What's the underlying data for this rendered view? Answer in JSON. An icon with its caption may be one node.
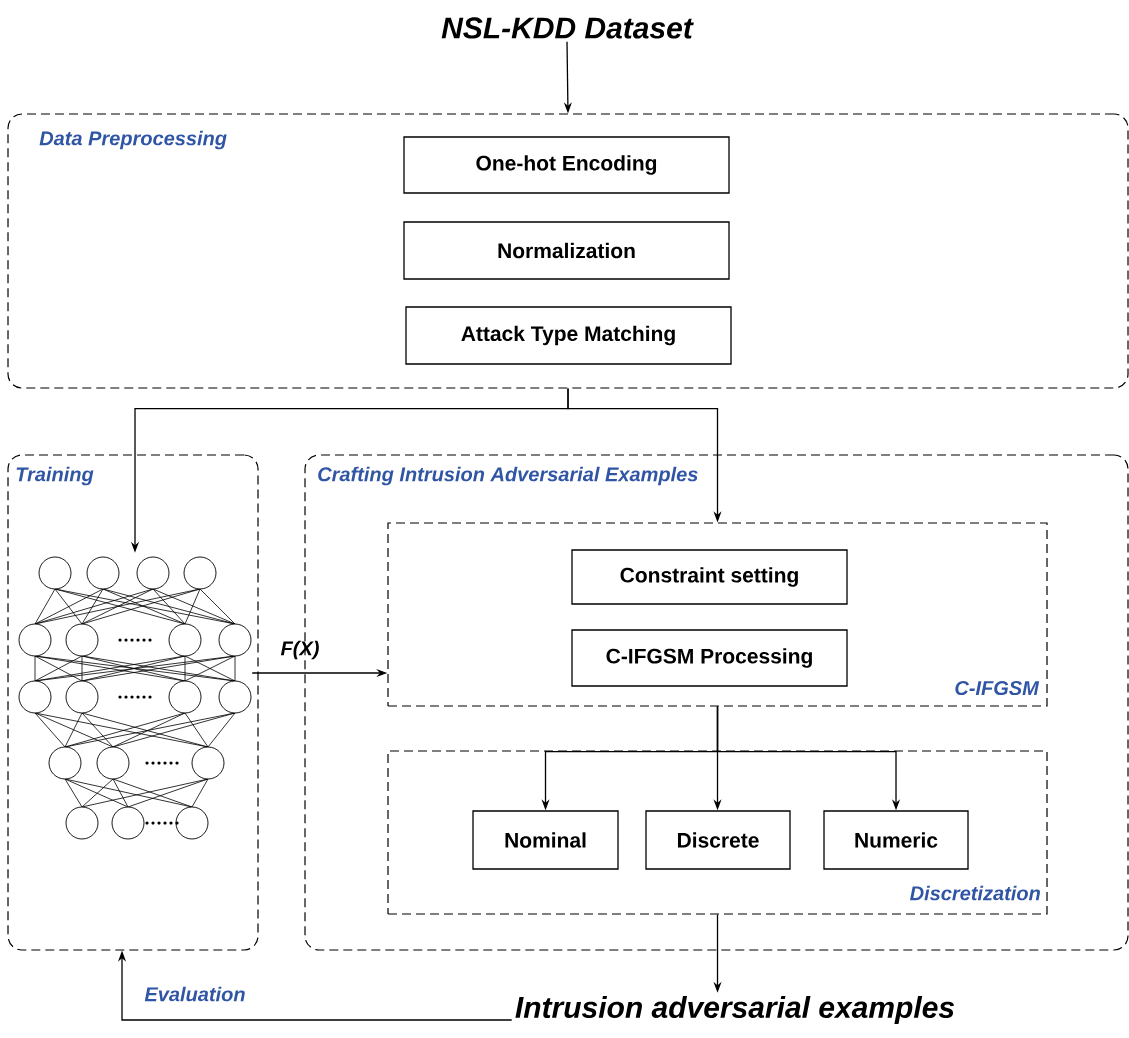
{
  "diagram": {
    "nodes": [
      {
        "text": [
          "NSL-KDD Dataset"
        ]
      },
      {
        "text": [
          "Data Preprocessing"
        ]
      },
      {
        "text": [
          "One-hot Encoding"
        ],
        "in": 1
      },
      {
        "text": [
          "Normalization"
        ],
        "in": 1
      },
      {
        "text": [
          "Attack Type Matching"
        ],
        "in": 1
      },
      {
        "text": [
          "Training"
        ]
      },
      {
        "text": [],
        "shape": "picture",
        "in": 5
      },
      {
        "text": [
          "Crafting Intrusion Adversarial Examples"
        ]
      },
      {
        "text": [
          "C-IFGSM"
        ],
        "in": 7
      },
      {
        "text": [
          "Constraint setting"
        ],
        "in": 8
      },
      {
        "text": [
          "C-IFGSM Processing"
        ],
        "in": 8
      },
      {
        "text": [
          "Discretization"
        ],
        "in": 7
      },
      {
        "text": [
          "Nominal"
        ],
        "in": 11
      },
      {
        "text": [
          "Discrete"
        ],
        "in": 11
      },
      {
        "text": [
          "Numeric"
        ],
        "in": 11
      },
      {
        "text": [
          "Intrusion adversarial examples"
        ]
      }
    ],
    "edges": [
      {
        "from": 0,
        "to": 1,
        "arrow": "to"
      },
      {
        "from": 1,
        "to": 6,
        "arrow": "to"
      },
      {
        "from": 1,
        "to": 8,
        "arrow": "to"
      },
      {
        "from": 6,
        "to": 8,
        "arrow": "to",
        "label": "F(X)"
      },
      {
        "from": 8,
        "to": 12,
        "arrow": "to"
      },
      {
        "from": 8,
        "to": 13,
        "arrow": "to"
      },
      {
        "from": 8,
        "to": 14,
        "arrow": "to"
      },
      {
        "from": 11,
        "to": 15,
        "arrow": "to"
      },
      {
        "from": 15,
        "to": 5,
        "arrow": "to",
        "label": "Evaluation"
      }
    ]
  }
}
